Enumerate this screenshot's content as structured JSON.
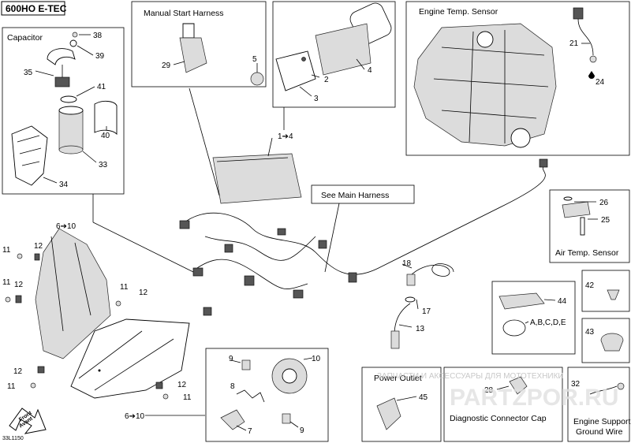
{
  "header": {
    "model": "600HO E-TEC"
  },
  "footer": {
    "diagram_code": "33L1150"
  },
  "boxes": {
    "capacitor": "Capacitor",
    "manual_start": "Manual Start Harness",
    "engine_temp": "Engine Temp. Sensor",
    "main_harness": "See Main Harness",
    "air_temp": "Air Temp. Sensor",
    "power_outlet": "Power Outlet",
    "diag_cap": "Diagnostic Connector Cap",
    "ground_wire_1": "Engine Support",
    "ground_wire_2": "Ground Wire"
  },
  "front_arrow": {
    "line1": "Front",
    "line2": "Avant"
  },
  "watermark": {
    "line1": "ЗАПЧАСТИ И АКСЕССУАРЫ ДЛЯ МОТОТЕХНИКИ",
    "line2": "PARTZPOR.RU"
  },
  "callouts": {
    "c38": "38",
    "c39": "39",
    "c35": "35",
    "c41": "41",
    "c40": "40",
    "c33": "33",
    "c34": "34",
    "c29": "29",
    "c5": "5",
    "c2": "2",
    "c3": "3",
    "c4": "4",
    "c1to4": "1➔4",
    "c21": "21",
    "c24": "24",
    "c26": "26",
    "c25": "25",
    "c6to10a": "6➔10",
    "c11a": "11",
    "c12a": "12",
    "c11b": "11",
    "c12b": "12",
    "c11c": "11",
    "c12c": "12",
    "c12d": "12",
    "c11d": "11",
    "c12e": "12",
    "c11e": "11",
    "c6to10b": "6➔10",
    "c9a": "9",
    "c10": "10",
    "c8": "8",
    "c7": "7",
    "c9b": "9",
    "c18": "18",
    "c17": "17",
    "c13": "13",
    "c44": "44",
    "cABCDE": "A,B,C,D,E",
    "c42": "42",
    "c43": "43",
    "c45": "45",
    "c28": "28",
    "c32": "32"
  }
}
